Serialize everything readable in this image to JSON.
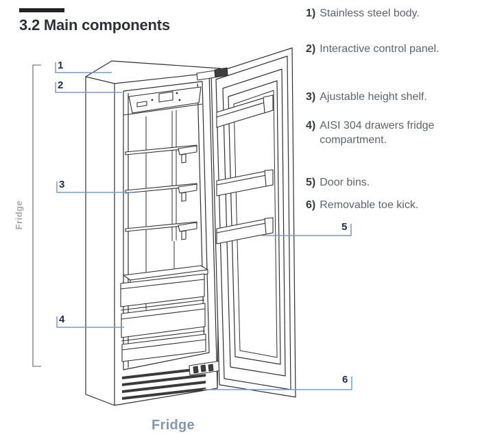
{
  "header": {
    "title": "3.2 Main components"
  },
  "legend": {
    "items": [
      {
        "num": "1)",
        "text": "Stainless steel body."
      },
      {
        "num": "2)",
        "text": "Interactive control panel."
      },
      {
        "num": "3)",
        "text": "Ajustable height shelf."
      },
      {
        "num": "4)",
        "text": "AISI 304 drawers fridge compartment."
      },
      {
        "num": "5)",
        "text": "Door bins."
      },
      {
        "num": "6)",
        "text": "Removable toe kick."
      }
    ]
  },
  "diagram": {
    "callouts": [
      "1",
      "2",
      "3",
      "4",
      "5",
      "6"
    ],
    "side_label": "Fridge",
    "caption": "Fridge"
  },
  "colors": {
    "title": "#2d3036",
    "legend_number": "#34373c",
    "legend_text": "#5c646e",
    "callout_number": "#1e2c4f",
    "leader_line": "#7d98c1",
    "line_art": "#2f2f2f",
    "bracket": "#8f9296",
    "side_label": "#a4a7aa",
    "caption": "#8397af"
  }
}
